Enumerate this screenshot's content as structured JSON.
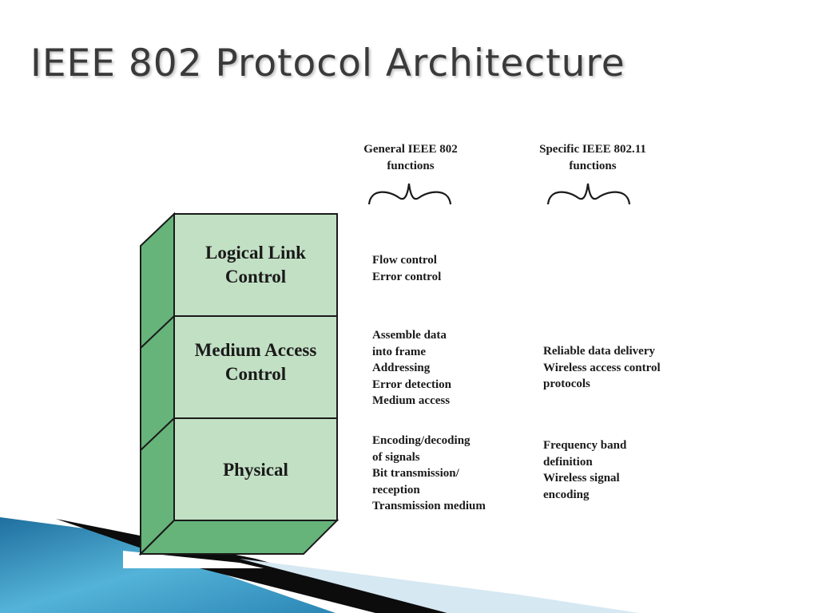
{
  "slide": {
    "title": "IEEE 802 Protocol Architecture"
  },
  "columns": {
    "general": [
      "General IEEE 802",
      "functions"
    ],
    "specific": [
      "Specific IEEE 802.11",
      "functions"
    ]
  },
  "layers": [
    {
      "name": [
        "Logical Link",
        "Control"
      ],
      "general": [
        "Flow control",
        "Error control"
      ],
      "specific": []
    },
    {
      "name": [
        "Medium Access",
        "Control"
      ],
      "general": [
        "Assemble data",
        "into frame",
        "Addressing",
        "Error detection",
        "Medium access"
      ],
      "specific": [
        "Reliable data delivery",
        "Wireless access control",
        "protocols"
      ]
    },
    {
      "name": [
        "Physical"
      ],
      "general": [
        "Encoding/decoding",
        "of signals",
        "Bit transmission/",
        "reception",
        "Transmission medium"
      ],
      "specific": [
        "Frequency band",
        "definition",
        "Wireless signal",
        "encoding"
      ]
    }
  ],
  "icons": {
    "brace": "curly-brace-icon"
  },
  "colors": {
    "layer_face": "#c2e0c4",
    "layer_side": "#66b47a",
    "outline": "#1a1a1a",
    "accent_blue": "#3a9cc8"
  }
}
